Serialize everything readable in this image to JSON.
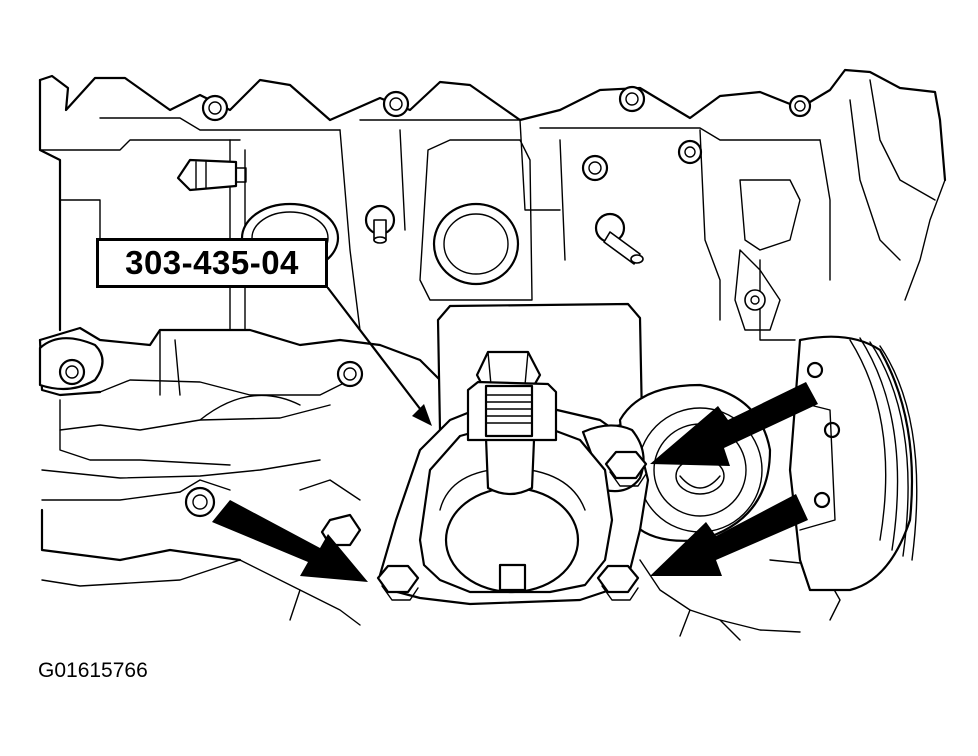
{
  "diagram": {
    "tool_label": "303-435-04",
    "figure_id": "G01615766",
    "line_color": "#000000",
    "background": "#ffffff",
    "arrows": [
      {
        "id": "arrow-bottom-left",
        "points_to": "bolt-bottom-left"
      },
      {
        "id": "arrow-bottom-right",
        "points_to": "bolt-bottom-right"
      },
      {
        "id": "arrow-top-right",
        "points_to": "bolt-top-right"
      }
    ],
    "callout": {
      "from": "tool-label",
      "to": "tool-body"
    }
  }
}
